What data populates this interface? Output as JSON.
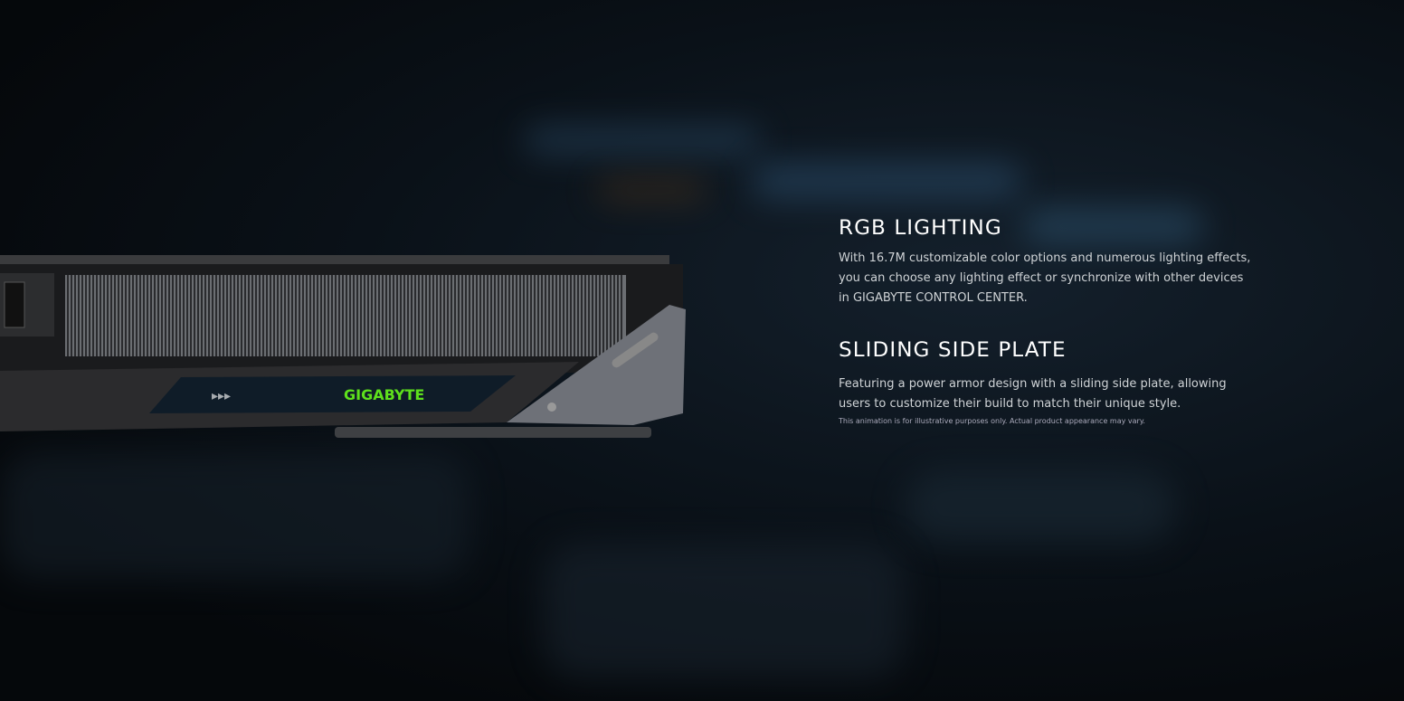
{
  "sections": [
    {
      "title": "RGB LIGHTING",
      "body": "With 16.7M customizable color options and numerous lighting effects, you can choose any lighting effect or synchronize with other devices in GIGABYTE CONTROL CENTER."
    },
    {
      "title": "SLIDING SIDE PLATE",
      "body": "Featuring a power armor design with a sliding side plate, allowing users to customize their build to match their unique style."
    }
  ],
  "disclaimer": "This animation is for illustrative purposes only. Actual product appearance may vary.",
  "product": {
    "brand": "GIGABYTE",
    "accent": "#5ee01c"
  }
}
